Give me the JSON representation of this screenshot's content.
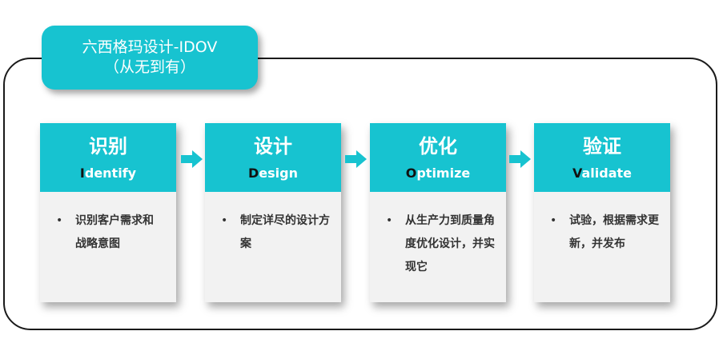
{
  "title": {
    "line1": "六西格玛设计-IDOV",
    "line2": "（从无到有）"
  },
  "steps": [
    {
      "cn": "识别",
      "en_lead": "I",
      "en_rest": "dentify",
      "bullet": "•",
      "text": "识别客户需求和战略意图"
    },
    {
      "cn": "设计",
      "en_lead": "D",
      "en_rest": "esign",
      "bullet": "•",
      "text": "制定详尽的设计方案"
    },
    {
      "cn": "优化",
      "en_lead": "O",
      "en_rest": "ptimize",
      "bullet": "•",
      "text": "从生产力到质量角度优化设计，并实现它"
    },
    {
      "cn": "验证",
      "en_lead": "V",
      "en_rest": "alidate",
      "bullet": "•",
      "text": "试验，根据需求更新，并发布"
    }
  ],
  "colors": {
    "accent": "#17c3d0",
    "card_body": "#f2f2f2",
    "frame": "#1a1a1a"
  },
  "icons": [
    "right-arrow-icon"
  ]
}
